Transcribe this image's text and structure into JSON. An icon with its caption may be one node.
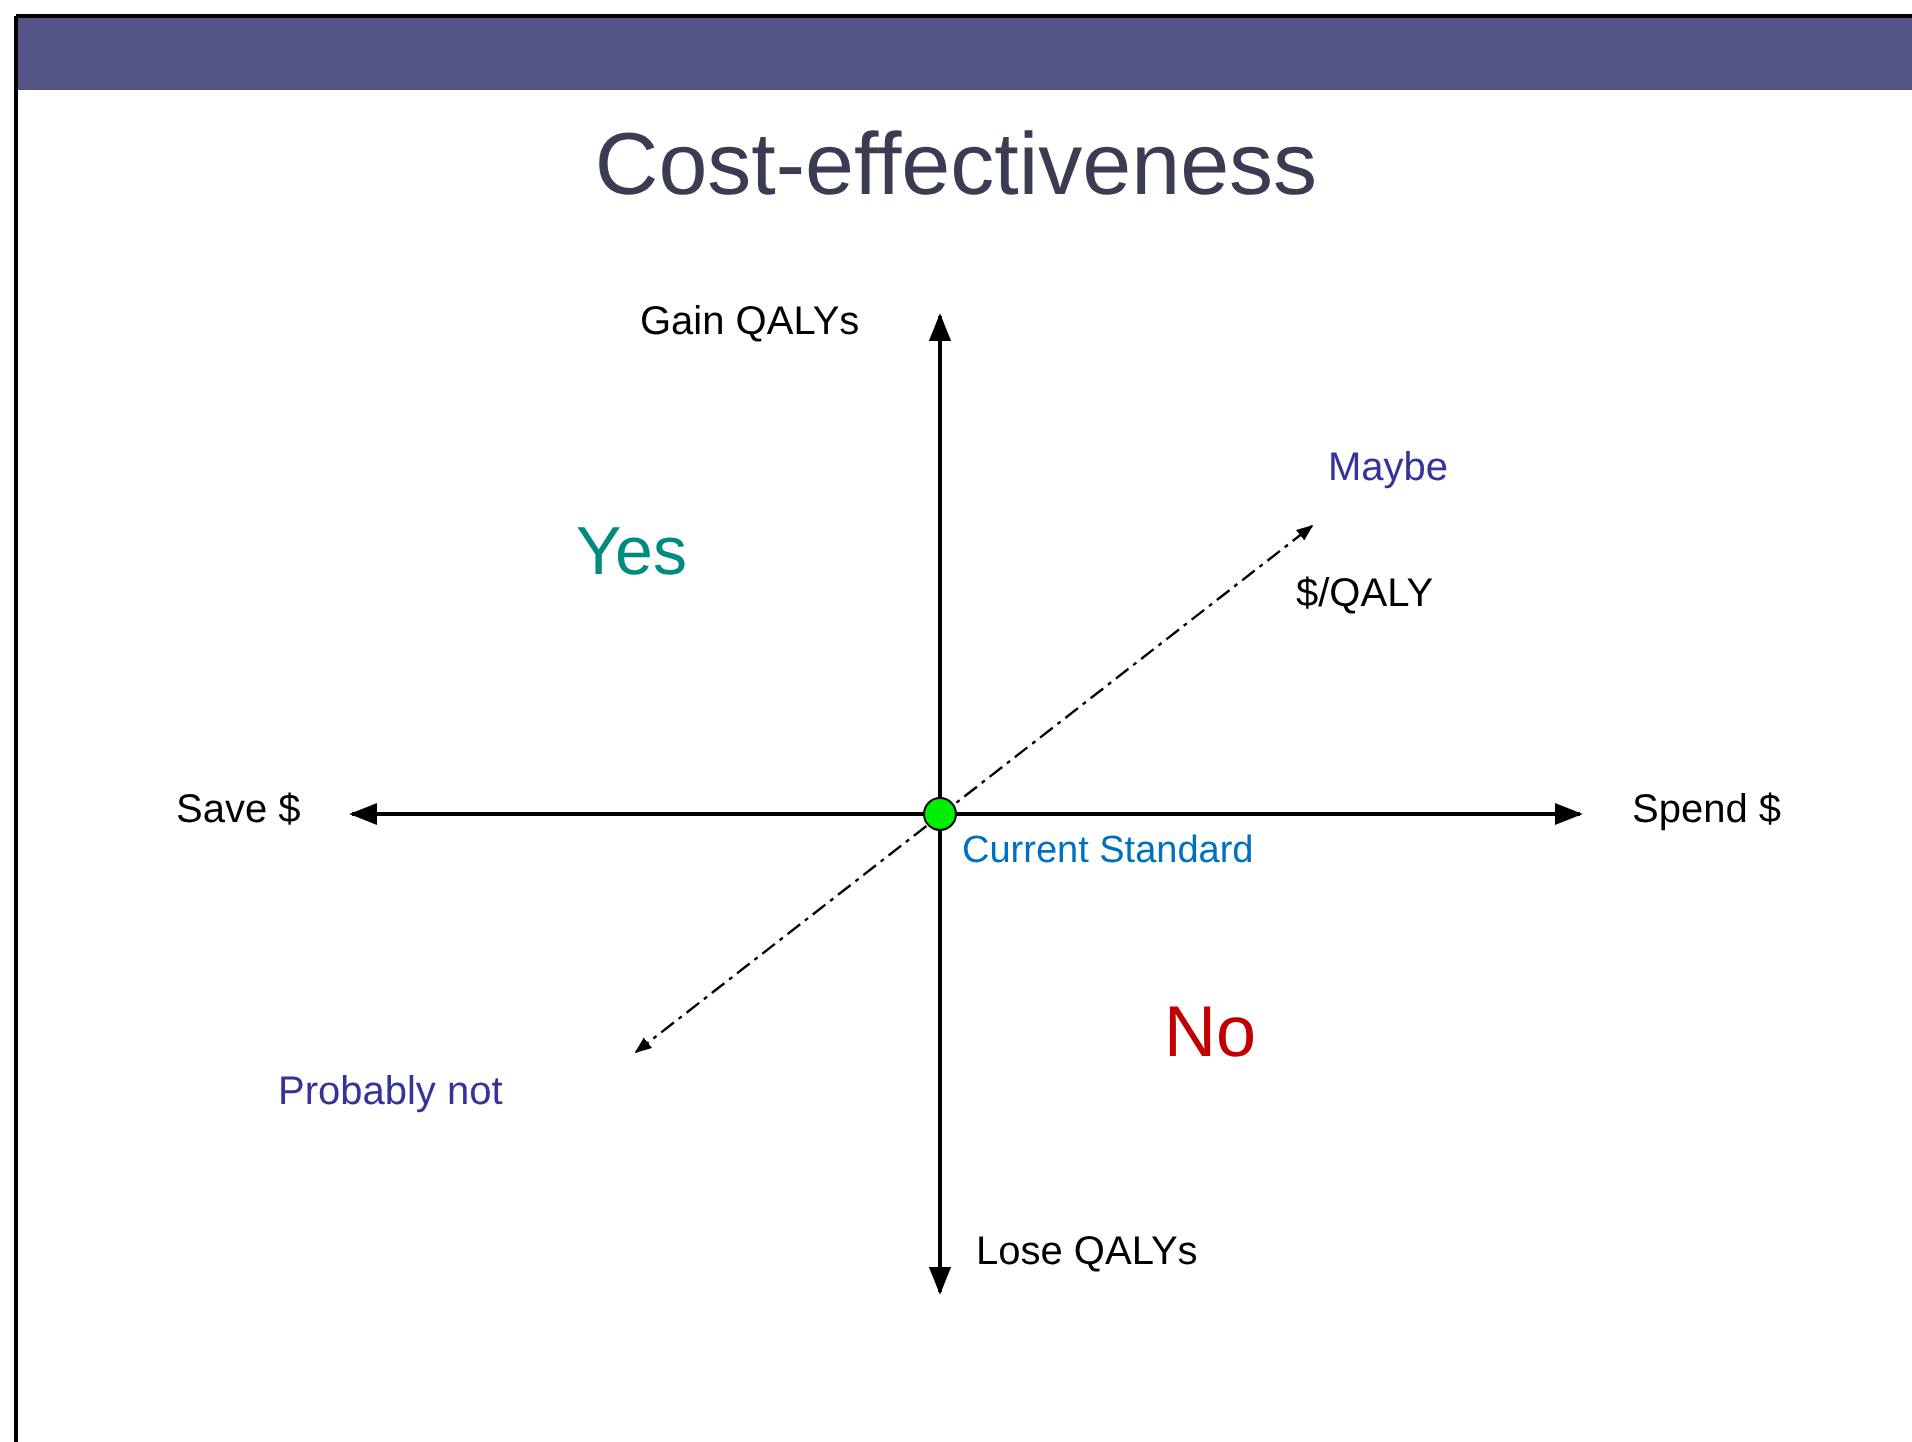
{
  "diagram": {
    "title": "Cost-effectiveness",
    "labels": [
      "Gain QALYs",
      "Maybe",
      "Yes",
      "$/QALY",
      "Save $",
      "Spend $",
      "Current Standard",
      "No",
      "Probably not",
      "Lose QALYs"
    ]
  }
}
